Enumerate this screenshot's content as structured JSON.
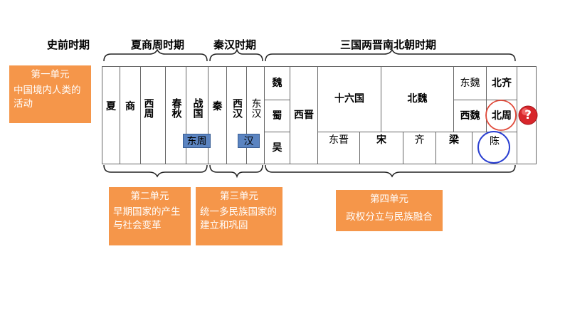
{
  "headings": {
    "prehistoric": "史前时期",
    "xia_shang_zhou": "夏商周时期",
    "qin_han": "秦汉时期",
    "three_kingdoms": "三国两晋南北朝时期"
  },
  "units": {
    "u1": {
      "title": "第一单元",
      "body": "中国境内人类的活动"
    },
    "u2": {
      "title": "第二单元",
      "body": "早期国家的产生与社会变革"
    },
    "u3": {
      "title": "第三单元",
      "body": "统一多民族国家的建立和巩固"
    },
    "u4": {
      "title": "第四单元",
      "body": "政权分立与民族融合"
    }
  },
  "dynasties": {
    "xia": "夏",
    "shang": "商",
    "xizhou": "西周",
    "chunqiu": "春秋",
    "zhanguo": "战国",
    "qin": "秦",
    "xihan": "西汉",
    "donghan": "东汉",
    "wei": "魏",
    "shu": "蜀",
    "wu": "吴",
    "xijin": "西晋",
    "shiliuguo": "十六国",
    "beiwei": "北魏",
    "dongwei": "东魏",
    "xiwei": "西魏",
    "beiqi": "北齐",
    "beizhou": "北周",
    "dongjin": "东晋",
    "song": "宋",
    "qi": "齐",
    "liang": "梁",
    "chen": "陈"
  },
  "tags": {
    "dongzhou": "东周",
    "han": "汉"
  },
  "question_mark": "?",
  "colors": {
    "unit_bg": "#f5964a",
    "tag_bg": "#5b84c1",
    "circle_red": "#e04a3a",
    "circle_blue": "#2a3fd1",
    "question_red": "#d8262b"
  }
}
